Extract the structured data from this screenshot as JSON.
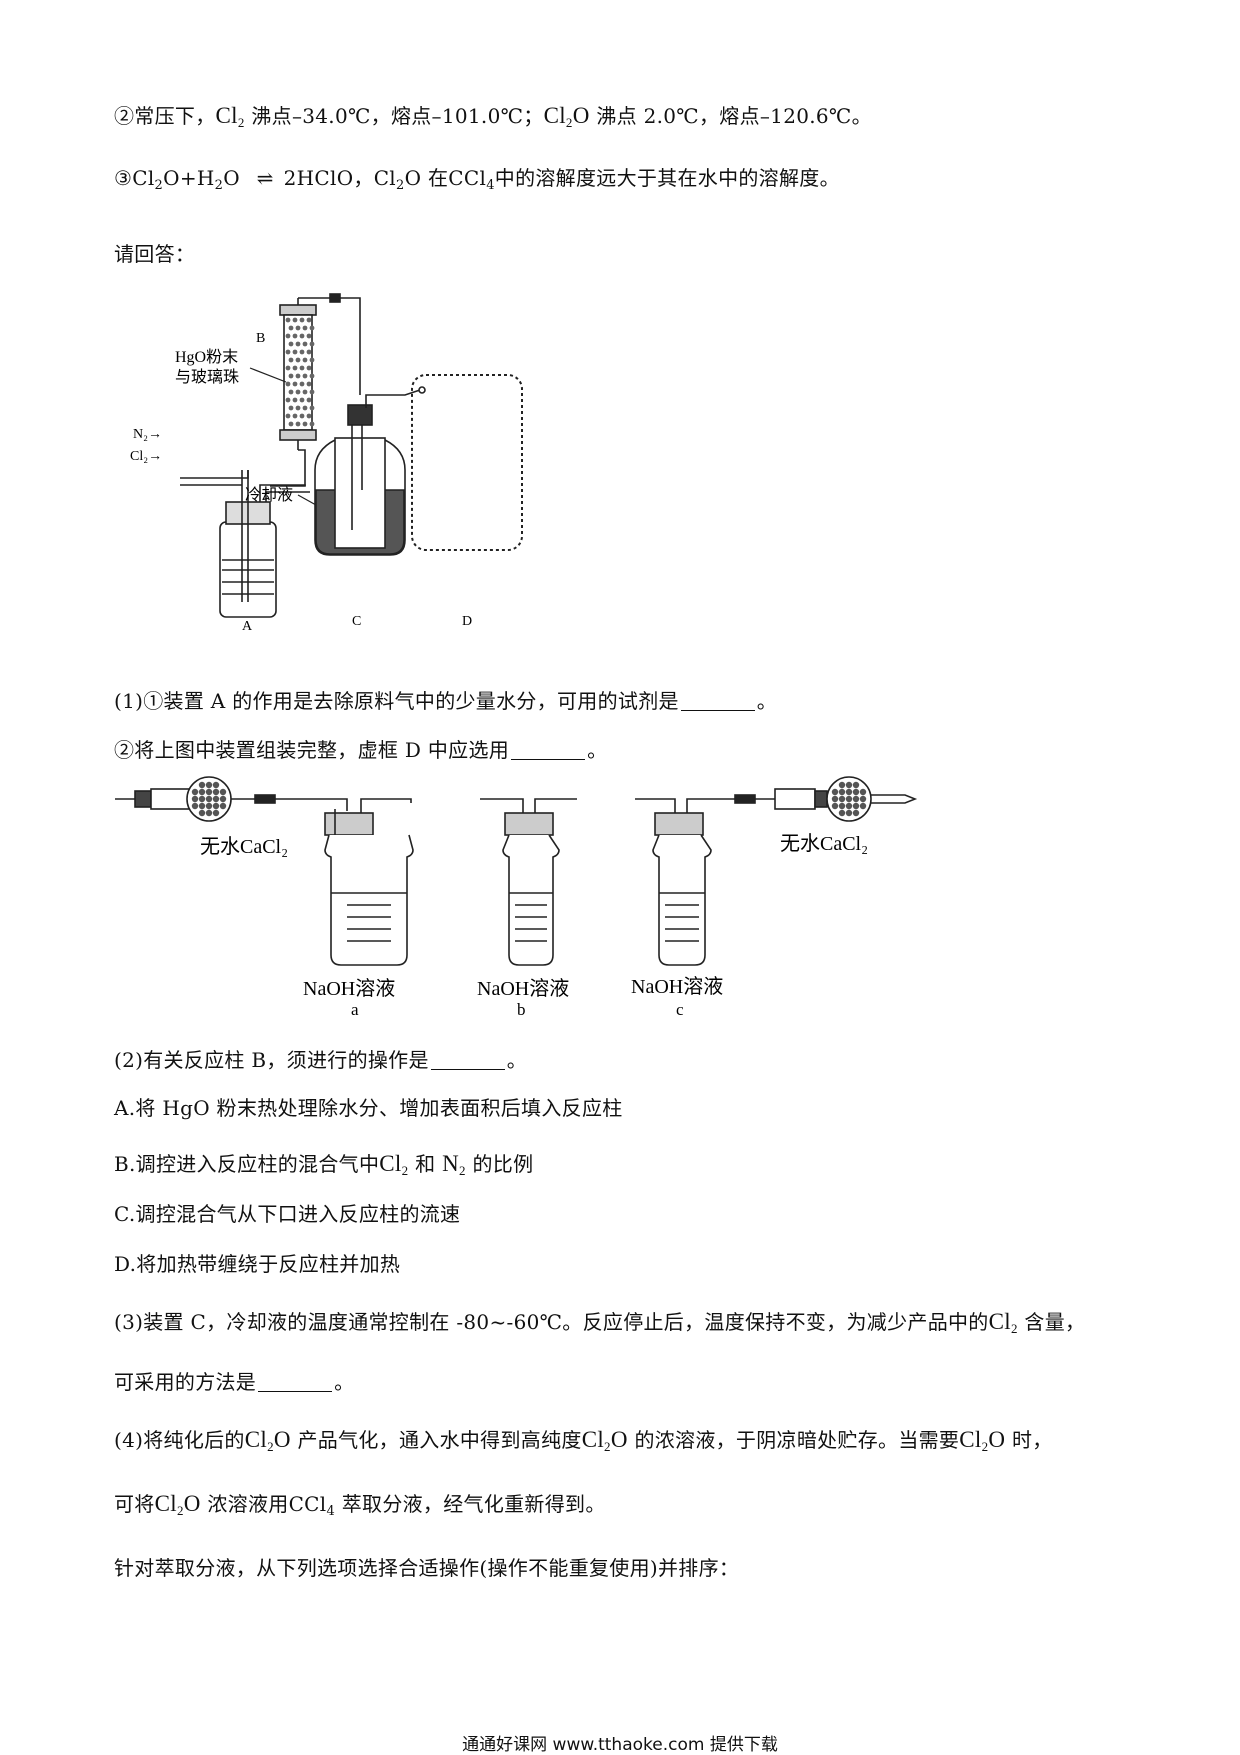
{
  "lines": {
    "l1_a": "②常压下，",
    "l1_b": "沸点",
    "l1_c": "–34.0℃，熔点",
    "l1_d": "–101.0℃；",
    "l1_e": "沸点 2.0",
    "l1_f": "℃，熔点",
    "l1_g": "–120.6℃。",
    "l2_a": "③",
    "l2_b": "2HClO，",
    "l2_c": "在",
    "l2_d": "中的溶解度远大于其在水中的溶解度。",
    "l3": "请回答：",
    "q1_1": "(1)①装置 A 的作用是去除原料气中的少量水分，可用的试剂是",
    "q1_1_end": "。",
    "q1_2": "②将上图中装置组装完整，虚框 D 中应选用",
    "q1_2_end": "。",
    "q2": "(2)有关反应柱 B，须进行的操作是",
    "q2_end": "。",
    "optA": "A.将 HgO 粉末热处理除水分、增加表面积后填入反应柱",
    "optB_a": "B.调控进入反应柱的混合气中",
    "optB_b": "和",
    "optB_c": "的比例",
    "optC": "C.调控混合气从下口进入反应柱的流速",
    "optD": "D.将加热带缠绕于反应柱并加热",
    "q3_a": "(3)装置 C，冷却液的温度通常控制在 -80~-60℃。反应停止后，温度保持不变，为减少产品中的",
    "q3_b": "含量，",
    "q3_c": "可采用的方法是",
    "q3_end": "。",
    "q4_a": "(4)将纯化后的",
    "q4_b": "产品气化，通入水中得到高纯度",
    "q4_c": "的浓溶液，于阴凉暗处贮存。当需要",
    "q4_d": "时，",
    "q4_e": "可将",
    "q4_f": "浓溶液用",
    "q4_g": "萃取分液，经气化重新得到。",
    "q4_h": "针对萃取分液，从下列选项选择合适操作(操作不能重复使用)并排序："
  },
  "chem": {
    "cl": "Cl",
    "two": "2",
    "o": "O",
    "n": "N",
    "ccl": "CCl",
    "four": "4",
    "eq_left": "Cl",
    "eq_mid": "O+H",
    "eq_right": "O",
    "eq_arrow": "⇌"
  },
  "figure1": {
    "label_b": "B",
    "label_hgo1": "HgO粉末",
    "label_hgo2": "与玻璃珠",
    "label_n2": "N₂→",
    "label_cl2": "Cl₂→",
    "label_coolant": "冷却液",
    "label_a": "A",
    "label_c": "C",
    "label_d": "D"
  },
  "figure2": {
    "cacl2_left": "无水CaCl₂",
    "cacl2_right": "无水CaCl₂",
    "naoh_a": "NaOH溶液",
    "naoh_b": "NaOH溶液",
    "naoh_c": "NaOH溶液",
    "label_a": "a",
    "label_b": "b",
    "label_c": "c"
  },
  "footer": "通通好课网 www.tthaoke.com 提供下载"
}
